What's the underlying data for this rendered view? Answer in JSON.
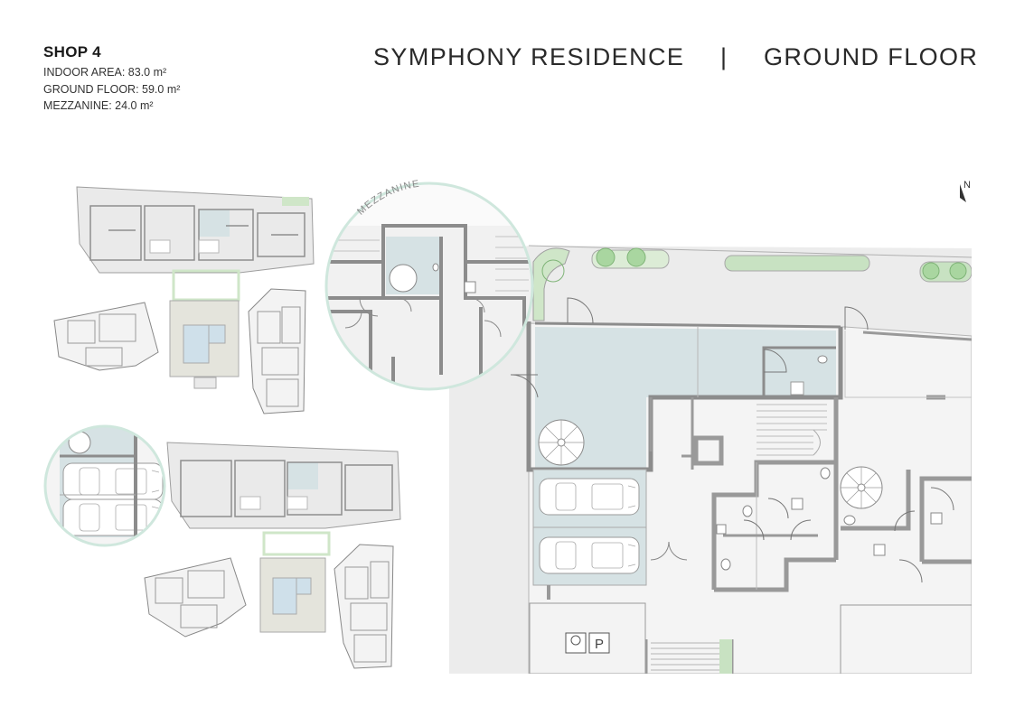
{
  "unit": {
    "name": "SHOP 4",
    "indoor_area": "INDOOR AREA: 83.0 m²",
    "ground_floor": "GROUND FLOOR: 59.0 m²",
    "mezzanine": "MEZZANINE: 24.0 m²"
  },
  "header": {
    "project": "SYMPHONY RESIDENCE",
    "separator": "|",
    "floor": "GROUND FLOOR"
  },
  "plan": {
    "mezzanine_label": "MEZZANINE",
    "north_label": "N",
    "parking_label": "P",
    "highlight_color": "#d6e2e4",
    "circle_color": "#cfe7dd",
    "wall_color": "#8c8c8c",
    "greenery_color": "#b9d9b0"
  }
}
